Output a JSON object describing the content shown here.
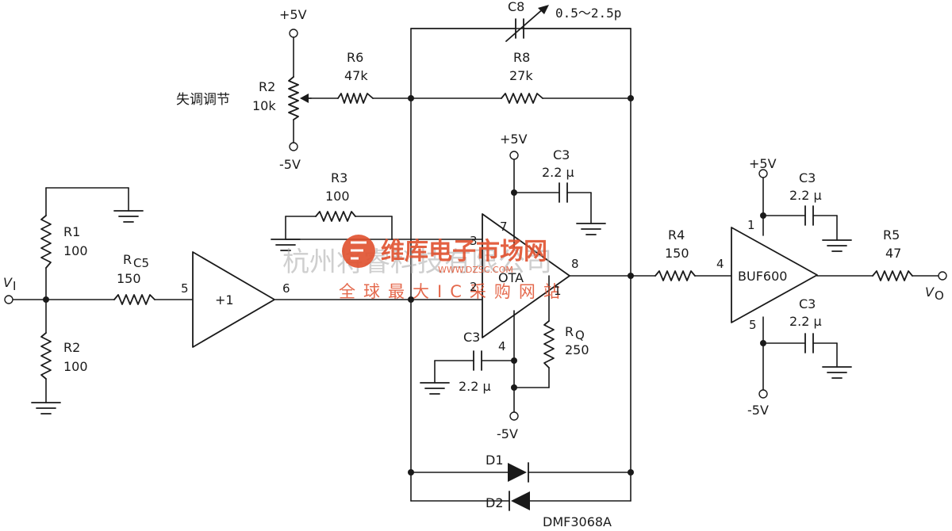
{
  "labels": {
    "vplus_r2": "+5V",
    "vminus_r2": "-5V",
    "r2_name": "R2",
    "r2_val": "10k",
    "trim_cn": "失调调节",
    "r6_name": "R6",
    "r6_val": "47k",
    "c8_name": "C8",
    "c8_range": "0.5～2.5p",
    "r8_name": "R8",
    "r8_val": "27k",
    "r1_name": "R1",
    "r1_val": "100",
    "r2b_name": "R2",
    "r2b_val": "100",
    "vi_base": "V",
    "vi_sub": "I",
    "rc5_base": "R",
    "rc5_sub": "C5",
    "rc5_val": "150",
    "buf_label": "+1",
    "pin5_buf": "5",
    "pin6_buf": "6",
    "r3_name": "R3",
    "r3_val": "100",
    "ota_vplus": "+5V",
    "ota_c3_name": "C3",
    "ota_c3_val": "2.2 μ",
    "ota_label": "OTA",
    "pin7": "7",
    "pin3": "3",
    "pin2": "2",
    "pin8": "8",
    "pin1": "1",
    "pin4": "4",
    "rq_base": "R",
    "rq_sub": "Q",
    "rq_val": "250",
    "ota_c3b_name": "C3",
    "ota_c3b_val": "2.2 μ",
    "ota_vminus": "-5V",
    "d1_name": "D1",
    "d2_name": "D2",
    "d_part": "DMF3068A",
    "r4_name": "R4",
    "r4_val": "150",
    "pin4_buf600": "4",
    "buf600_label": "BUF600",
    "buf600_vplus": "+5V",
    "buf600_c3a_name": "C3",
    "buf600_c3a_val": "2.2 μ",
    "pin1_buf600": "1",
    "pin5_buf600": "5",
    "buf600_c3b_name": "C3",
    "buf600_c3b_val": "2.2 μ",
    "buf600_vminus": "-5V",
    "r5_name": "R5",
    "r5_val": "47",
    "vo_base": "V",
    "vo_sub": "O"
  },
  "watermark": {
    "company": "杭州将睿科技有限公司",
    "brand": "维库电子市场网",
    "sub": "全球最大IC采购网站",
    "url": "WWW.DZSC.COM"
  }
}
